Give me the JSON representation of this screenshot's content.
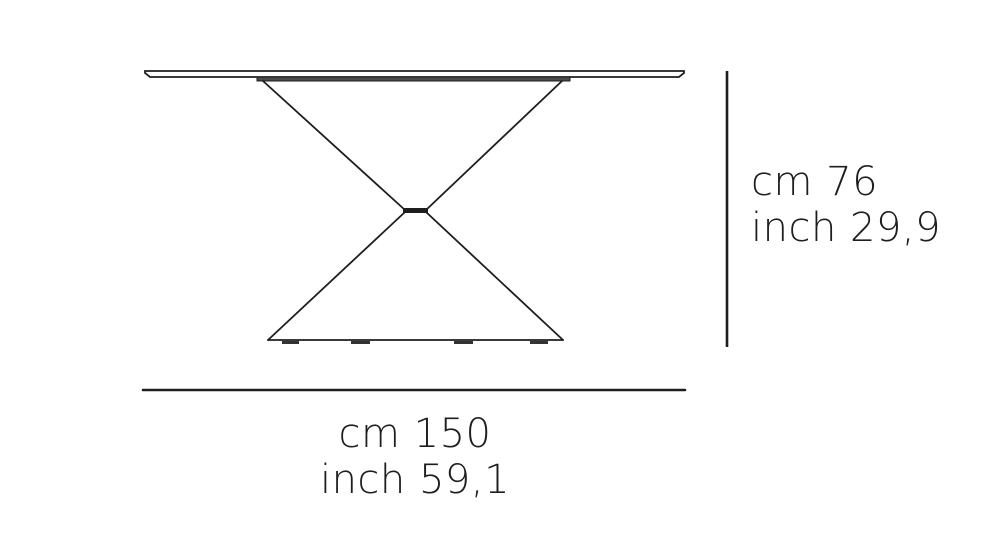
{
  "drawing": {
    "subject": "table side elevation with X-shaped base",
    "line_color": "#1e1e1e",
    "background": "#ffffff"
  },
  "dimensions": {
    "height": {
      "cm_label": "cm 76",
      "inch_label": "inch 29,9",
      "cm": 76,
      "inch": 29.9
    },
    "width": {
      "cm_label": "cm 150",
      "inch_label": "inch 59,1",
      "cm": 150,
      "inch": 59.1
    }
  }
}
